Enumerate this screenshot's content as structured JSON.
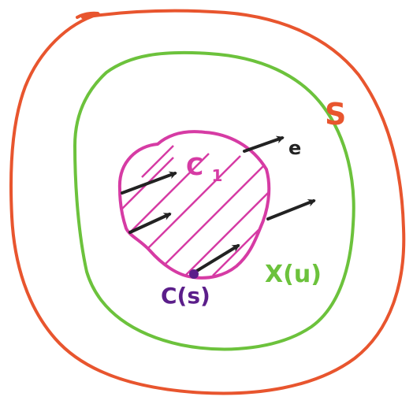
{
  "colors": {
    "outer_S": "#e8552e",
    "middle_X": "#6cc23c",
    "inner_C": "#d63ba4",
    "hatch": "#d63ba4",
    "arrows": "#222222",
    "label_S": "#e8552e",
    "label_X": "#6cc23c",
    "label_C1": "#d63ba4",
    "label_Cs": "#5b1e8a",
    "label_e": "#222222",
    "point_Cs": "#5b1e8a"
  },
  "labels": {
    "outer_set": "S",
    "middle_set": "X(u)",
    "inner_set": "C",
    "inner_subscript": "1",
    "boundary_point": "C(s)",
    "vector": "e"
  },
  "arrow_count": 5,
  "hatched_region": true
}
